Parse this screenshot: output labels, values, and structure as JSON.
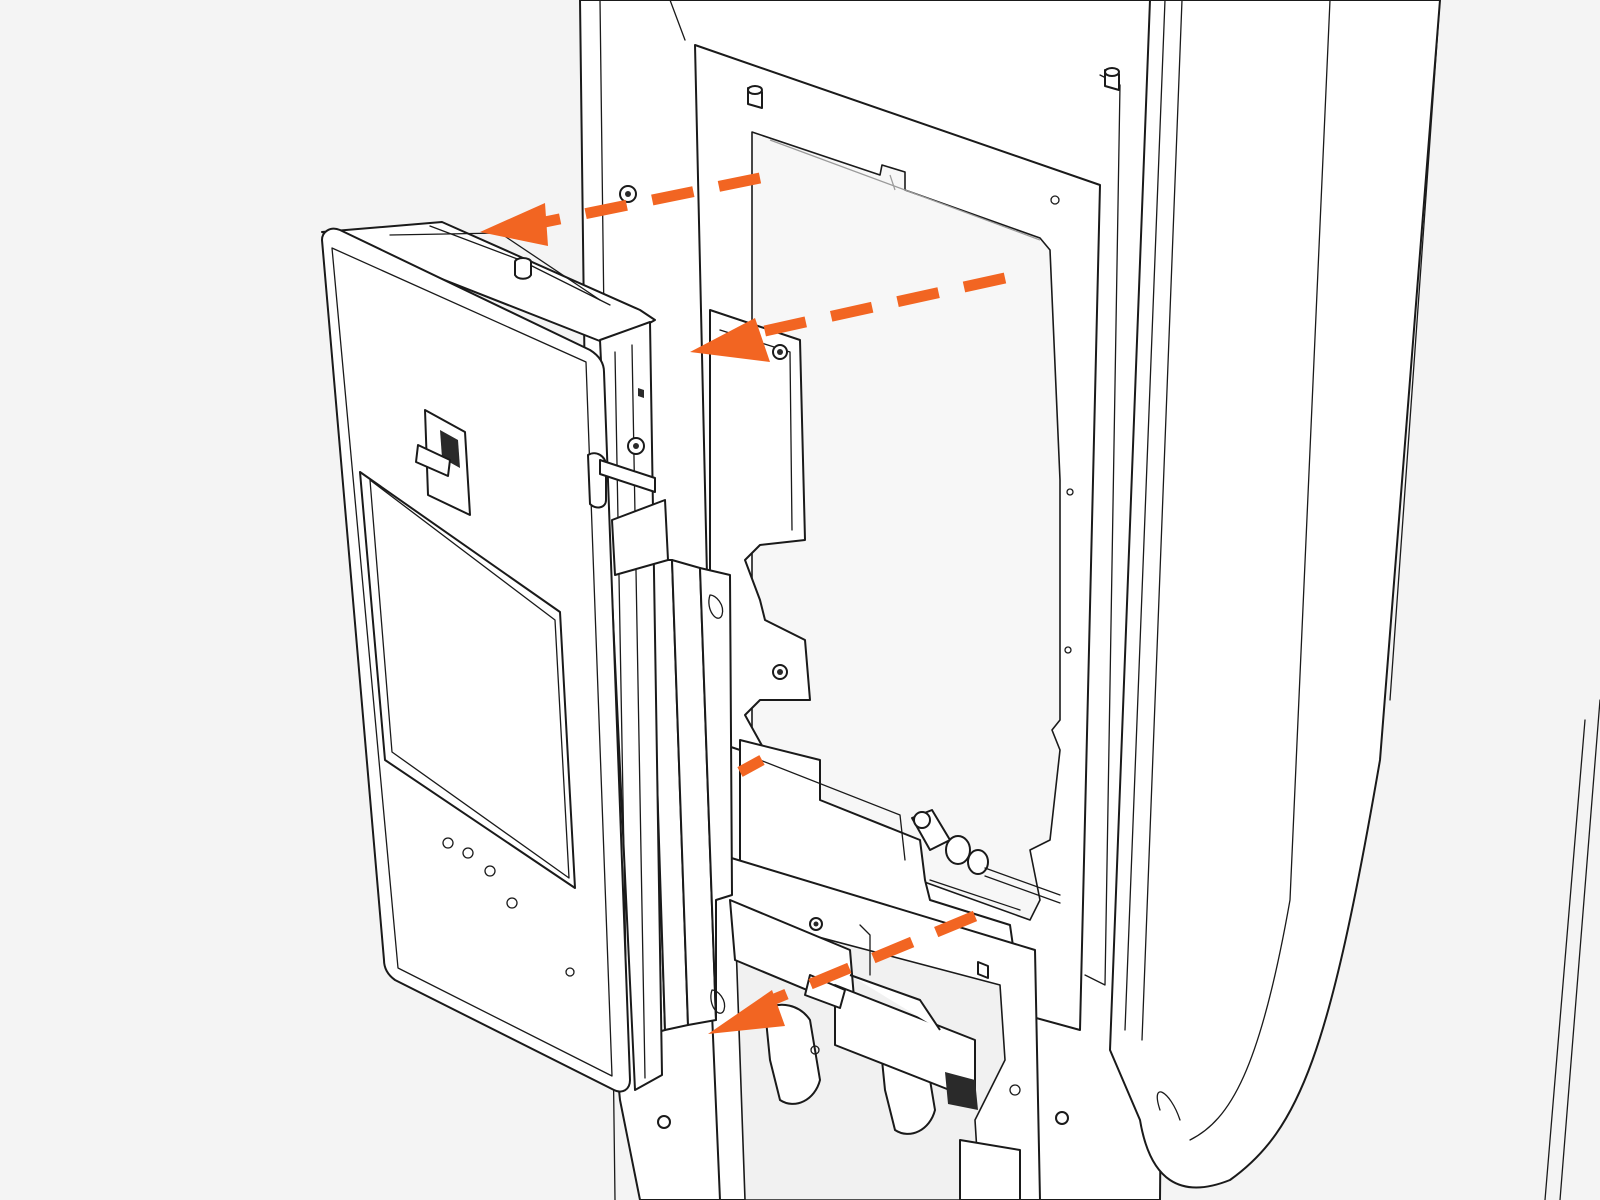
{
  "colors": {
    "background": "#f4f4f4",
    "line": "#1a1a1a",
    "panel_fill": "#ffffff",
    "arrow_accent": "#f26522"
  },
  "figure": {
    "subject": "electronics-module-removal",
    "arrows": [
      {
        "name": "arrow-top",
        "direction": "left"
      },
      {
        "name": "arrow-middle",
        "direction": "left"
      },
      {
        "name": "arrow-bottom",
        "direction": "down-left"
      }
    ]
  }
}
